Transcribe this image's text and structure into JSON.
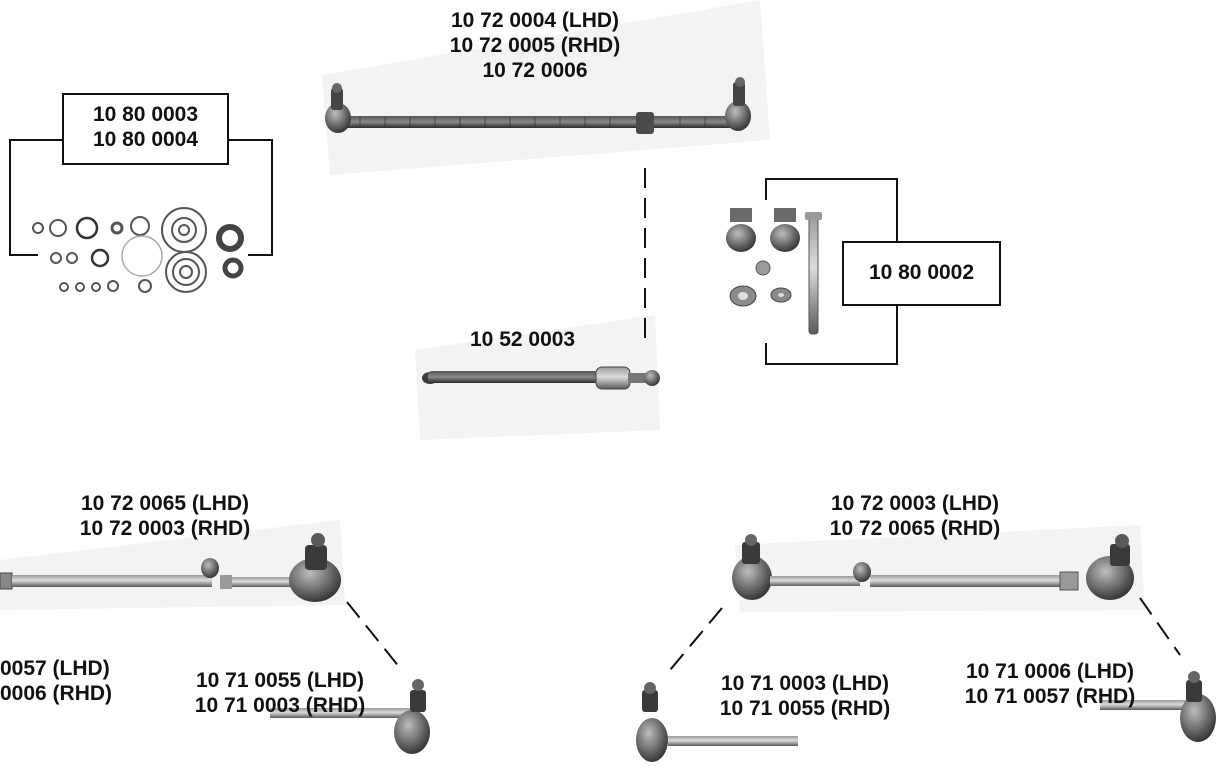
{
  "labels": {
    "center_link": [
      "10 72 0004 (LHD)",
      "10 72 0005 (RHD)",
      "10 72 0006"
    ],
    "seal_kit": [
      "10 80 0003",
      "10 80 0004"
    ],
    "bushing_kit": "10 80 0002",
    "damper": "10 52 0003",
    "left_tie_rod": [
      "10 72 0065 (LHD)",
      "10 72 0003 (RHD)"
    ],
    "left_outer_end_cut": [
      "0057 (LHD)",
      "0006 (RHD)"
    ],
    "left_inner_end": [
      "10 71 0055 (LHD)",
      "10 71 0003 (RHD)"
    ],
    "right_tie_rod": [
      "10 72 0003 (LHD)",
      "10 72 0065 (RHD)"
    ],
    "right_inner_end": [
      "10 71 0003 (LHD)",
      "10 71 0055 (RHD)"
    ],
    "right_outer_end": [
      "10 71 0006 (LHD)",
      "10 71 0057 (RHD)"
    ]
  },
  "colors": {
    "text": "#111111",
    "part_dark": "#3c3c3c",
    "part_mid": "#6e6e6e",
    "part_light": "#a5a5a5",
    "photo_bg": "#f2f2f2"
  }
}
